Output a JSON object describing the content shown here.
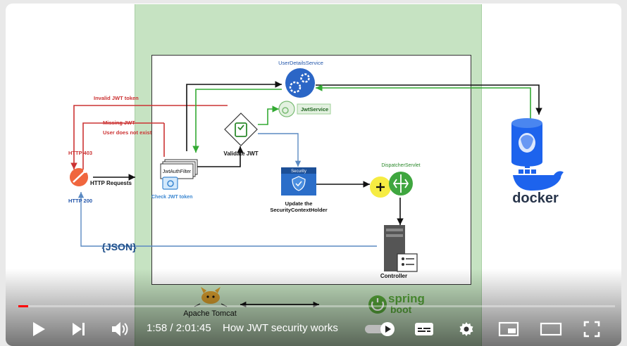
{
  "diagram": {
    "user_details_service": "UserDetailsService",
    "invalid_jwt": "Invalid JWT token",
    "missing_jwt": "Missing JWT",
    "user_not_exist": "User does not exist",
    "jwt_service": "JwtService",
    "validate_jwt": "Validate JWT",
    "http_403": "HTTP 403",
    "http_requests": "HTTP Requests",
    "http_200": "HTTP 200",
    "jwt_auth_filter": "JwtAuthFilter",
    "check_jwt": "Check JWT token",
    "security_badge": "Security",
    "update_context_1": "Update the",
    "update_context_2": "SecurityContextHolder",
    "dispatcher_servlet": "DispatcherServlet",
    "json": "{JSON}",
    "controller": "Controller",
    "docker": "docker",
    "tomcat": "Apache Tomcat",
    "spring": "spring",
    "boot": "boot"
  },
  "player": {
    "time_display": "1:58 / 2:01:45",
    "chapter_title": "How JWT security works",
    "progress_fraction": 0.016
  },
  "colors": {
    "progress": "#ff0000",
    "red_path": "#cc3333",
    "green_path": "#33aa33",
    "blue_path": "#5b8ac2",
    "docker_blue": "#1d63ed"
  }
}
